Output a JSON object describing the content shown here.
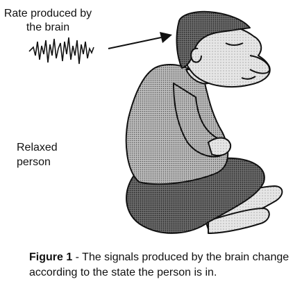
{
  "labels": {
    "rate": "Rate produced by the brain",
    "relaxed": "Relaxed person"
  },
  "caption": {
    "figure_label": "Figure 1",
    "text": " - The signals produced by the brain change according to the state the person is in."
  },
  "icons": [
    "brain-wave-icon",
    "arrow-icon",
    "relaxed-person-illustration"
  ]
}
